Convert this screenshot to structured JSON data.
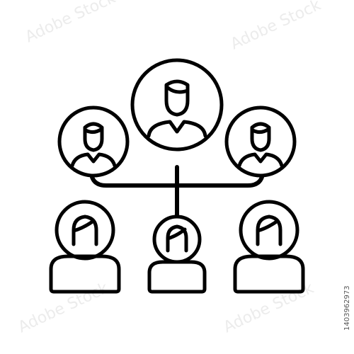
{
  "image": {
    "stock_id": "1403962973",
    "watermark_text": "Adobe Stock",
    "line_color": "#000000",
    "background_color": "#ffffff"
  },
  "nodes": [
    {
      "role": "top-person",
      "icon": "person-in-circle-icon"
    },
    {
      "role": "middle-left-person",
      "icon": "person-in-circle-icon"
    },
    {
      "role": "middle-right-person",
      "icon": "person-in-circle-icon"
    },
    {
      "role": "bottom-left-person",
      "icon": "person-icon"
    },
    {
      "role": "bottom-center-person",
      "icon": "person-icon"
    },
    {
      "role": "bottom-right-person",
      "icon": "person-icon"
    }
  ]
}
